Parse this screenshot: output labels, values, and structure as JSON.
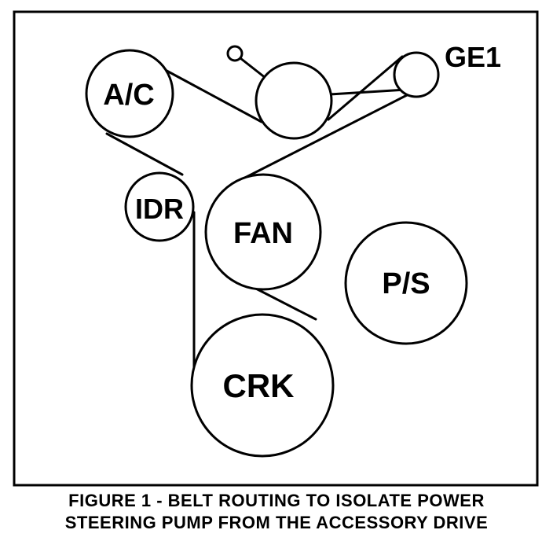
{
  "diagram": {
    "pulleys": {
      "ac": "A/C",
      "ge1": "GE1",
      "idr": "IDR",
      "fan": "FAN",
      "ps": "P/S",
      "crk": "CRK"
    }
  },
  "caption": {
    "line1": "FIGURE 1 - BELT ROUTING TO ISOLATE POWER",
    "line2": "STEERING PUMP FROM THE ACCESSORY DRIVE"
  },
  "colors": {
    "ink": "#000000",
    "paper": "#ffffff"
  }
}
